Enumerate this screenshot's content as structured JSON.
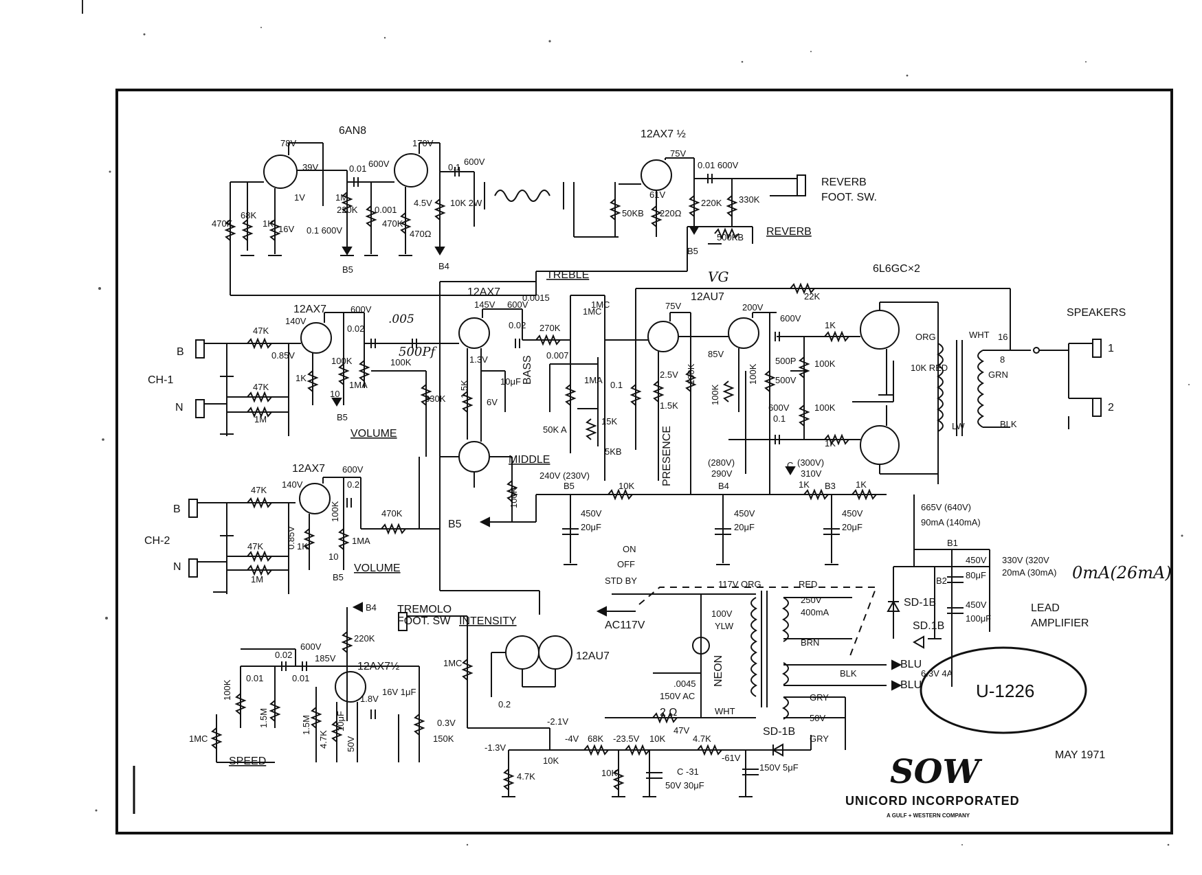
{
  "tubes": {
    "t_6an8": "6AN8",
    "t_12ax7_half_top": "12AX7 ½",
    "t_12ax7_ch1": "12AX7",
    "t_12ax7_tone": "12AX7",
    "t_12au7_pi": "12AU7",
    "t_6l6": "6L6GC×2",
    "t_12ax7_ch2": "12AX7",
    "t_12ax7_trem": "12AX7½",
    "t_12au7_trem": "12AU7"
  },
  "controls": {
    "reverb": "REVERB",
    "treble": "TREBLE",
    "bass": "BASS",
    "middle": "MIDDLE",
    "presence": "PRESENCE",
    "volume1": "VOLUME",
    "volume2": "VOLUME",
    "intensity": "INTENSITY",
    "speed": "SPEED"
  },
  "labels": {
    "reverb_foot_1": "REVERB",
    "reverb_foot_2": "FOOT. SW.",
    "speakers": "SPEAKERS",
    "ch1": "CH-1",
    "ch2": "CH-2",
    "tremolo_1": "TREMOLO",
    "tremolo_2": "FOOT. SW",
    "ac": "AC117V",
    "on": "ON",
    "off": "OFF",
    "std_by": "STD BY",
    "neon": "NEON",
    "lead_1": "LEAD",
    "lead_2": "AMPLIFIER",
    "date": "MAY 1971",
    "company": "UNICORD INCORPORATED",
    "company_sub": "A GULF + WESTERN COMPANY",
    "model": "U-1226",
    "hand_sow": "SOW",
    "hand_vg": "VG",
    "hand_500pf": "500Pf",
    "hand_ma": "0mA(26mA)",
    "hand_005": ".005",
    "b_jack_1": "B",
    "n_jack_1": "N",
    "b_jack_2": "B",
    "n_jack_2": "N",
    "spk_1": "1",
    "spk_2": "2"
  },
  "values": {
    "v_78v": "78V",
    "v_39v": "39V",
    "v_001a": "0.01",
    "v_600va": "600V",
    "v_170v": "170V",
    "v_01": "0.1",
    "v_600vb": "600V",
    "v_1v": "1V",
    "v_1m": "1M",
    "v_220k": "220K",
    "v_0001": "0.001",
    "v_470k_a": "470K",
    "v_45v": "4.5V",
    "v_470": "470Ω",
    "v_10k2w": "10K 2W",
    "v_470k_b": "470K",
    "v_68k": "68K",
    "v_1k_a": "1K",
    "v_16v": "16V",
    "v_01_600": "0.1 600V",
    "v_75v_top": "75V",
    "v_001_600": "0.01 600V",
    "v_61v": "61V",
    "v_50kb": "50KB",
    "v_220r": "220Ω",
    "v_220k_b": "220K",
    "v_330k": "330K",
    "v_500kb": "500KB",
    "v_b5_a": "B5",
    "v_b4_a": "B4",
    "v_b5_b": "B5",
    "v_140v_1": "140V",
    "v_600v_c": "600V",
    "v_002": "0.02",
    "v_47k_a": "47K",
    "v_085v": "0.85V",
    "v_47k_b": "47K",
    "v_1m_b": "1M",
    "v_1k_b": "1K",
    "v_100k_a": "100K",
    "v_10": "10",
    "v_1ma_a": "1MA",
    "v_100k_b": "100K",
    "v_330k_b": "330K",
    "v_b5_c": "B5",
    "v_145v": "145V",
    "v_600v_d": "600V",
    "v_00015": "0.0015",
    "v_1mc": "1MC",
    "v_270k": "270K",
    "v_002_b": "0.02",
    "v_0007": "0.007",
    "v_13v": "1.3V",
    "v_15k": "1.5K",
    "v_6v": "6V",
    "v_10uf": "10μF",
    "v_1ma_b": "1MA",
    "v_50k_a": "50K A",
    "v_15k_b": "15K",
    "v_5kb": "5KB",
    "v_75v_pi": "75V",
    "v_200v": "200V",
    "v_600v_e": "600V",
    "v_25v": "2.5V",
    "v_100k_c": "100K",
    "v_15k_c": "1.5K",
    "v_01b": "0.1",
    "v_85v": "85V",
    "v_100k_d": "100K",
    "v_100k_e": "100K",
    "v_500p": "500P",
    "v_500v": "500V",
    "v_100k_f": "100K",
    "v_600v_f": "600V",
    "v_01c": "0.1",
    "v_100k_g": "100K",
    "v_1k_c": "1K",
    "v_1k_d": "1K",
    "v_22k": "22K",
    "v_c": "C",
    "v_org": "ORG",
    "v_10k_red": "10K RED",
    "v_wht": "WHT",
    "v_16": "16",
    "v_8": "8",
    "v_grn": "GRN",
    "v_blk": "BLK",
    "v_lw": "LW",
    "v_240v": "240V (230V)",
    "v_b5_d": "B5",
    "v_10k_b": "10K",
    "v_280v": "(280V)",
    "v_290v": "290V",
    "v_b4_b": "B4",
    "v_300v": "(300V)",
    "v_310v": "310V",
    "v_1k_e": "1K",
    "v_b3": "B3",
    "v_1k_f": "1K",
    "v_450v_a": "450V",
    "v_20uf_a": "20μF",
    "v_450v_b": "450V",
    "v_20uf_b": "20μF",
    "v_450v_c": "450V",
    "v_20uf_c": "20μF",
    "v_100k_h": "100K",
    "v_b5_e": "B5",
    "v_665v": "665V (640V)",
    "v_90ma": "90mA (140mA)",
    "v_b1": "B1",
    "v_450v_d": "450V",
    "v_80uf": "80μF",
    "v_b2": "B2",
    "v_330v": "330V (320V",
    "v_20ma": "20mA (30mA)",
    "v_450v_e": "450V",
    "v_100uf": "100μF",
    "v_140v_2": "140V",
    "v_600v_g": "600V",
    "v_02": "0.2",
    "v_47k_c": "47K",
    "v_085v_b": "0.85V",
    "v_47k_d": "47K",
    "v_1m_c": "1M",
    "v_1k_g": "1K",
    "v_100k_i": "100K",
    "v_10_b": "10",
    "v_470k_c": "470K",
    "v_1ma_c": "1MA",
    "v_b5_f": "B5",
    "v_b4_c": "B4",
    "v_220k_c": "220K",
    "v_002_c": "0.02",
    "v_600v_h": "600V",
    "v_185v": "185V",
    "v_001_b": "0.01",
    "v_001_c": "0.01",
    "v_100k_j": "100K",
    "v_15m": "1.5M",
    "v_1mc_b": "1MC",
    "v_15m_b": "1.5M",
    "v_47k_e": "4.7K",
    "v_10uf_b": "10μF",
    "v_50v_b": "50V",
    "v_18v": "1.8V",
    "v_16v_b": "16V 1μF",
    "v_03v": "0.3V",
    "v_150k": "150K",
    "v_1mc_c": "1MC",
    "v_02_b": "0.2",
    "v_21v": "-2.1V",
    "v_13v_b": "-1.3V",
    "v_4v": "-4V",
    "v_68k_b": "68K",
    "v_235v": "-23.5V",
    "v_10k_c": "10K",
    "v_47v": "47V",
    "v_47k_f": "4.7K",
    "v_61v_b": "-61V",
    "v_10k_d": "10K",
    "v_10k_e": "10K",
    "v_c31": "C -31",
    "v_50v30": "50V 30μF",
    "v_47k_g": "4.7K",
    "v_150v5": "150V 5μF",
    "v_sd1b_a": "SD-1B",
    "v_sd1b_b": "SD-1B",
    "v_sd1b_c": "SD.1B",
    "v_117org": "117V ORG",
    "v_red": "RED",
    "v_250v": "250V",
    "v_400ma": "400mA",
    "v_100v": "100V",
    "v_ylw": "YLW",
    "v_brn": "BRN",
    "v_blu": "BLU",
    "v_blu2": "BLU",
    "v_blk2": "BLK",
    "v_63v": "6.3V 4A",
    "v_gry": "GRY",
    "v_50v_c": "50V",
    "v_gry2": "GRY",
    "v_wht2": "WHT",
    "v_0045": ".0045",
    "v_150vac": "150V AC",
    "v_2r": "2 Ω",
    "v_1mc_d": "1MC"
  }
}
